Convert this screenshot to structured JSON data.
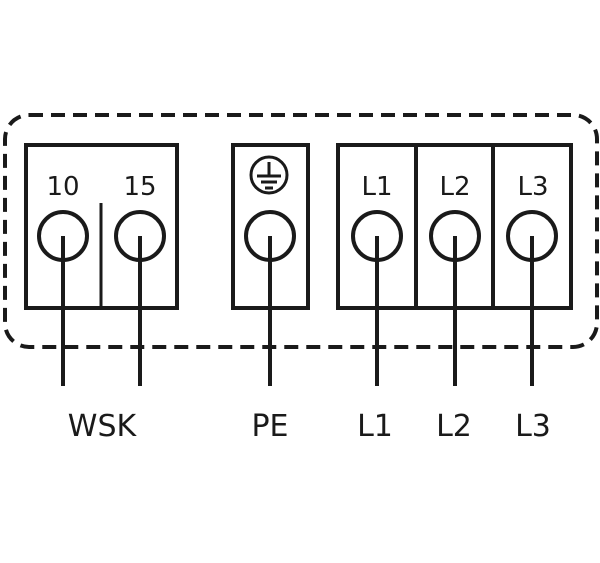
{
  "diagram": {
    "terminal_blocks": [
      {
        "id": "wsk",
        "terminals": [
          "10",
          "15"
        ]
      },
      {
        "id": "pe",
        "terminals": [
          "earth-ground-icon"
        ]
      },
      {
        "id": "mains",
        "terminals": [
          "L1",
          "L2",
          "L3"
        ]
      }
    ],
    "outputs": [
      "WSK",
      "PE",
      "L1",
      "L2",
      "L3"
    ],
    "colors": {
      "line": "#1a1a1a",
      "background": "#ffffff"
    }
  }
}
